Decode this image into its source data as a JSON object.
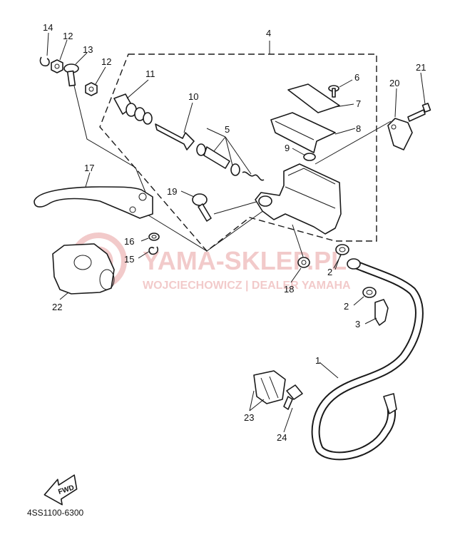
{
  "diagram_code": "4SS1100-6300",
  "direction_label": "FWD",
  "watermark": {
    "line1": "YAMA-SKLEP.PL",
    "line2": "WOJCIECHOWICZ | DEALER YAMAHA",
    "color": "#e8a0a0"
  },
  "callouts": {
    "c1": "1",
    "c2a": "2",
    "c2b": "2",
    "c3": "3",
    "c4": "4",
    "c5": "5",
    "c6": "6",
    "c7": "7",
    "c8": "8",
    "c9": "9",
    "c10": "10",
    "c11": "11",
    "c12a": "12",
    "c12b": "12",
    "c13": "13",
    "c14": "14",
    "c15": "15",
    "c16": "16",
    "c17": "17",
    "c18": "18",
    "c19": "19",
    "c20": "20",
    "c21": "21",
    "c22": "22",
    "c23": "23",
    "c24": "24"
  }
}
